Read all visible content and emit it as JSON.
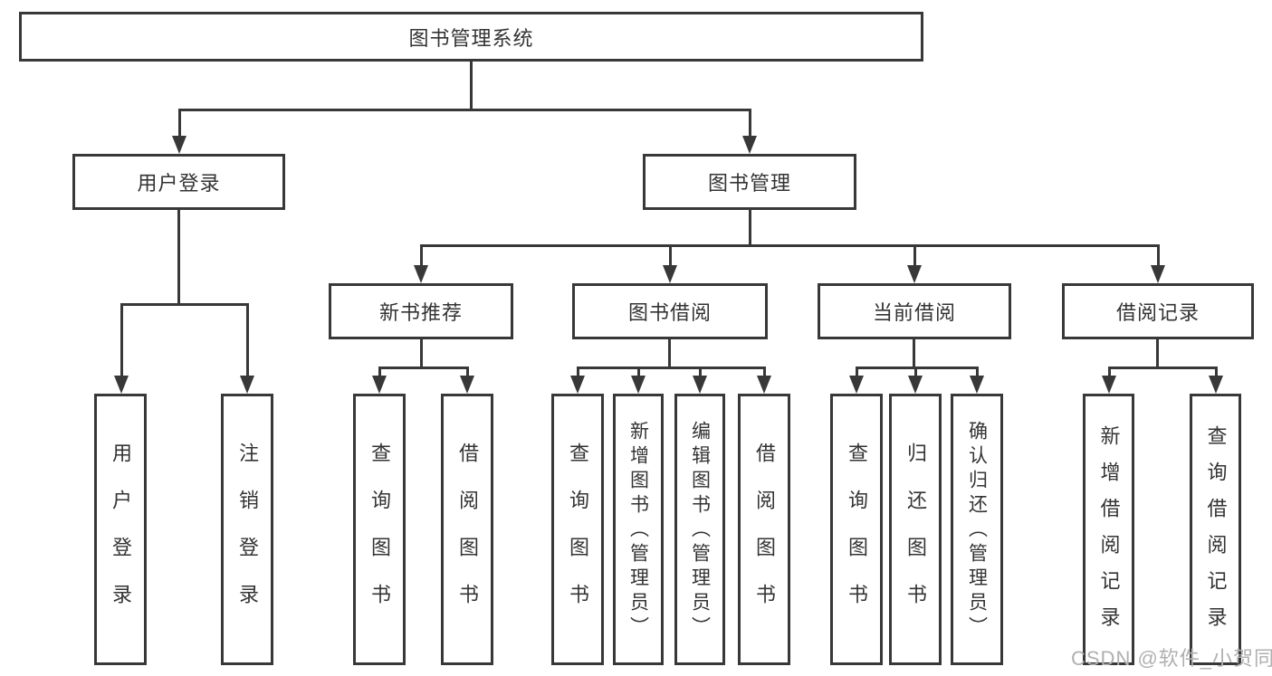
{
  "nodes": {
    "root": {
      "label": "图书管理系统"
    },
    "user_login": {
      "label": "用户登录"
    },
    "book_management": {
      "label": "图书管理"
    },
    "new_book_recommendation": {
      "label": "新书推荐"
    },
    "book_borrowing": {
      "label": "图书借阅"
    },
    "current_borrowing": {
      "label": "当前借阅"
    },
    "borrowing_records": {
      "label": "借阅记录"
    },
    "login_leaf": {
      "label": "用户登录"
    },
    "logout_leaf": {
      "label": "注销登录"
    },
    "recommend_query_books": {
      "label": "查询图书"
    },
    "recommend_borrow_books": {
      "label": "借阅图书"
    },
    "borrow_query_books": {
      "label": "查询图书"
    },
    "borrow_add_books": {
      "label": "新增图书（管理员）"
    },
    "borrow_edit_books": {
      "label": "编辑图书（管理员）"
    },
    "borrow_borrow_books": {
      "label": "借阅图书"
    },
    "current_query_books": {
      "label": "查询图书"
    },
    "current_return_books": {
      "label": "归还图书"
    },
    "current_confirm_return": {
      "label": "确认归还（管理员）"
    },
    "records_add": {
      "label": "新增借阅记录"
    },
    "records_query": {
      "label": "查询借阅记录"
    }
  },
  "hierarchy": {
    "图书管理系统": {
      "用户登录": [
        "用户登录",
        "注销登录"
      ],
      "图书管理": {
        "新书推荐": [
          "查询图书",
          "借阅图书"
        ],
        "图书借阅": [
          "查询图书",
          "新增图书（管理员）",
          "编辑图书（管理员）",
          "借阅图书"
        ],
        "当前借阅": [
          "查询图书",
          "归还图书",
          "确认归还（管理员）"
        ],
        "借阅记录": [
          "新增借阅记录",
          "查询借阅记录"
        ]
      }
    }
  },
  "watermark": "CSDN @软件_小贺同学",
  "colors": {
    "line": "#383838",
    "text": "#333333",
    "watermark": "#b0b0b0",
    "background": "#ffffff"
  }
}
